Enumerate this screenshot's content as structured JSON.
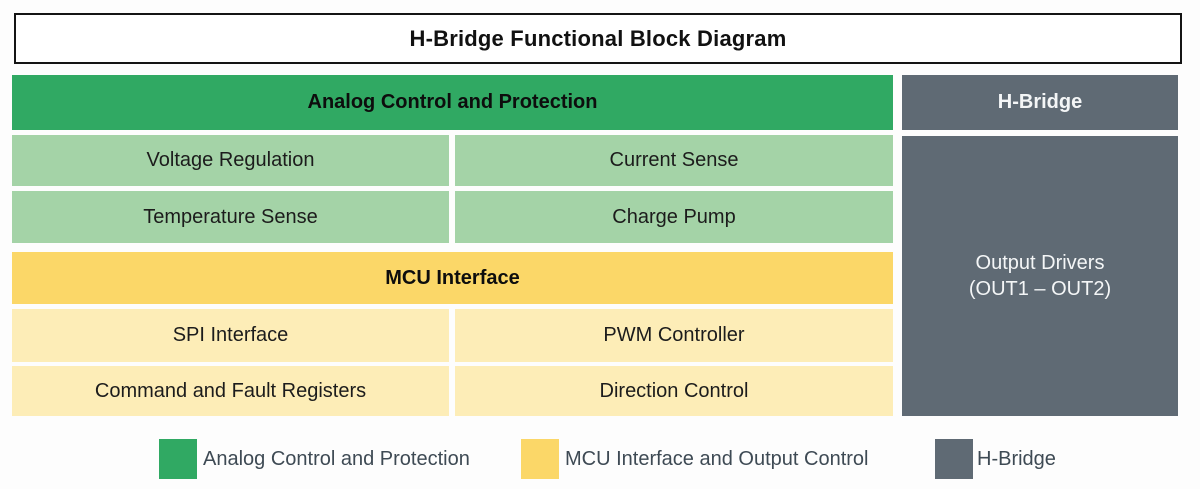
{
  "title": "H-Bridge Functional Block Diagram",
  "colors": {
    "green": "#30a963",
    "light_green": "#a4d3a7",
    "yellow": "#fbd768",
    "light_yellow": "#fdedb7",
    "gray": "#5f6a74",
    "legend_text": "#3e4a54"
  },
  "analog_section": {
    "header": "Analog Control and Protection",
    "cells": [
      [
        "Voltage Regulation",
        "Current Sense"
      ],
      [
        "Temperature Sense",
        "Charge Pump"
      ]
    ]
  },
  "mcu_section": {
    "header": "MCU Interface",
    "cells": [
      [
        "SPI Interface",
        "PWM Controller"
      ],
      [
        "Command and Fault Registers",
        "Direction Control"
      ]
    ]
  },
  "hbridge_section": {
    "header": "H-Bridge",
    "block_line1": "Output Drivers",
    "block_line2": "(OUT1 – OUT2)"
  },
  "legend": {
    "items": [
      {
        "label": "Analog Control and Protection",
        "color": "#30a963"
      },
      {
        "label": "MCU Interface and Output Control",
        "color": "#fbd768"
      },
      {
        "label": "H-Bridge",
        "color": "#5f6a74"
      }
    ]
  }
}
